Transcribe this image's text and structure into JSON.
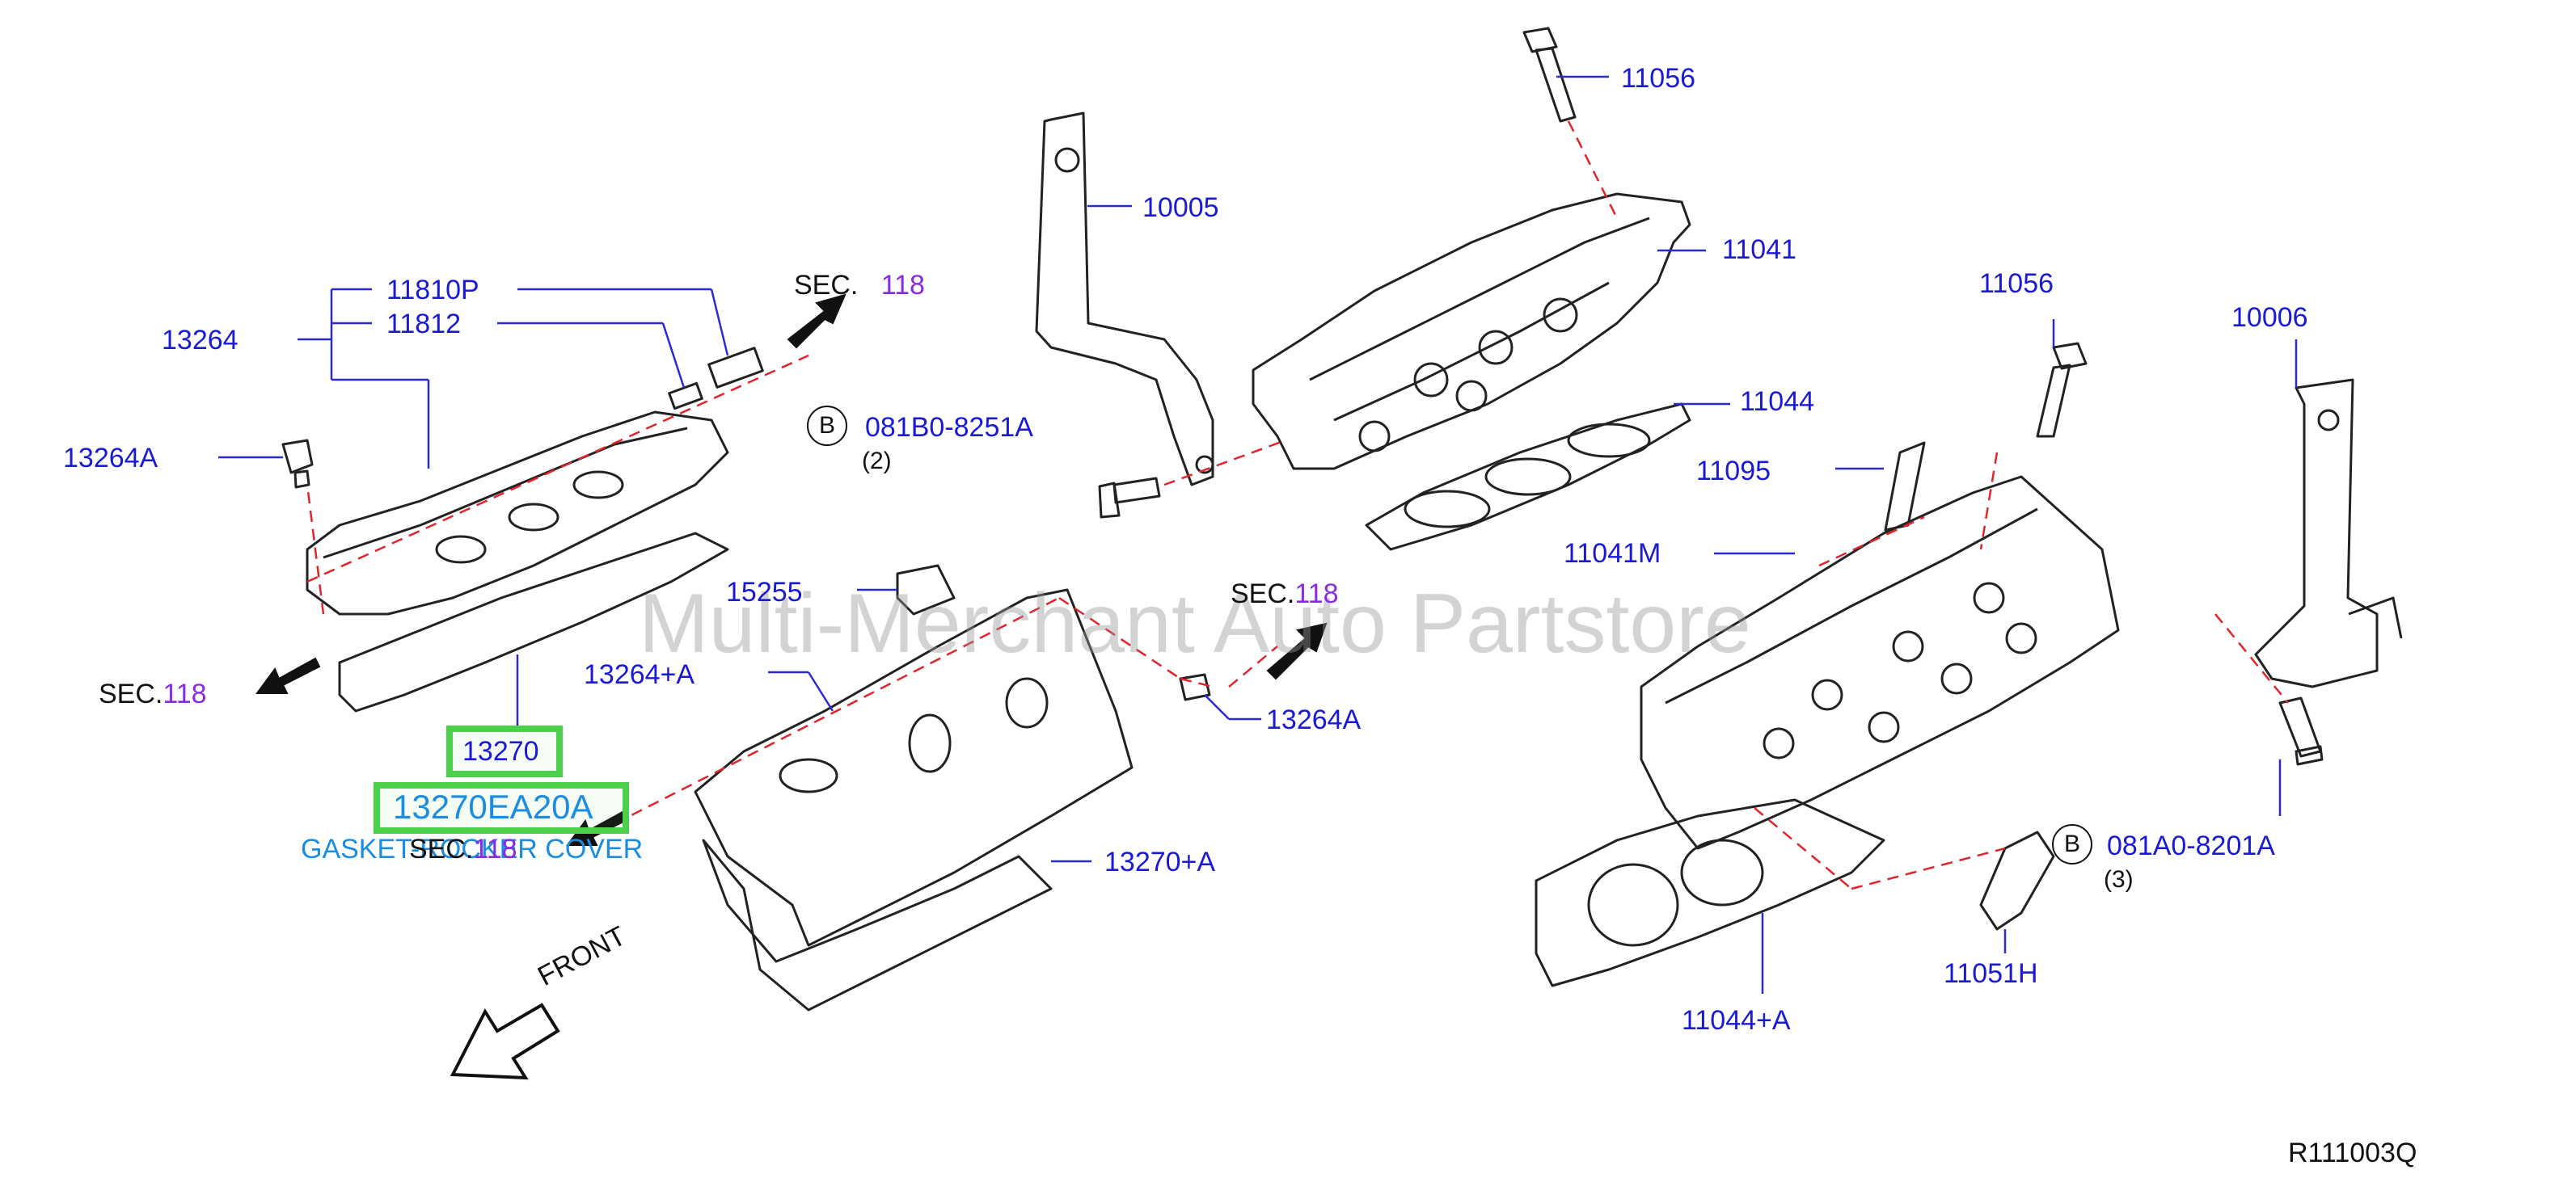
{
  "labels": {
    "p11056_top": "11056",
    "p10005": "10005",
    "p11041": "11041",
    "p11810P": "11810P",
    "p11812": "11812",
    "p13264": "13264",
    "p13264A_left": "13264A",
    "p081B0": "081B0-8251A",
    "p081B0_qty": "(2)",
    "p11044": "11044",
    "p11056_right": "11056",
    "p10006": "10006",
    "p11095": "11095",
    "p11041M": "11041M",
    "p15255": "15255",
    "p13264pA": "13264+A",
    "p13264A_mid": "13264A",
    "p13270pA": "13270+A",
    "p081A0": "081A0-8201A",
    "p081A0_qty": "(3)",
    "p11051H": "11051H",
    "p11044pA": "11044+A",
    "ref_code": "R111003Q"
  },
  "sections": {
    "sec_top_prefix": "SEC.",
    "sec_top_num": "118",
    "sec_left_prefix": "SEC.",
    "sec_left_num": "118",
    "sec_mid_prefix": "SEC.",
    "sec_mid_num": "118",
    "sec_low_prefix": "SEC.",
    "sec_low_num": "118"
  },
  "circle_letter": "B",
  "highlight": {
    "part_number": "13270",
    "full_part_number": "13270EA20A",
    "description": "GASKET-ROCKER COVER"
  },
  "front_label": "FRONT",
  "watermark": "Multi-Merchant Auto Partstore",
  "colors": {
    "part_label": "#1a1ad6",
    "section_number": "#8a2be2",
    "highlight_border": "#4cd04c",
    "description": "#1b8ce0",
    "dash_line": "#e0242c"
  }
}
